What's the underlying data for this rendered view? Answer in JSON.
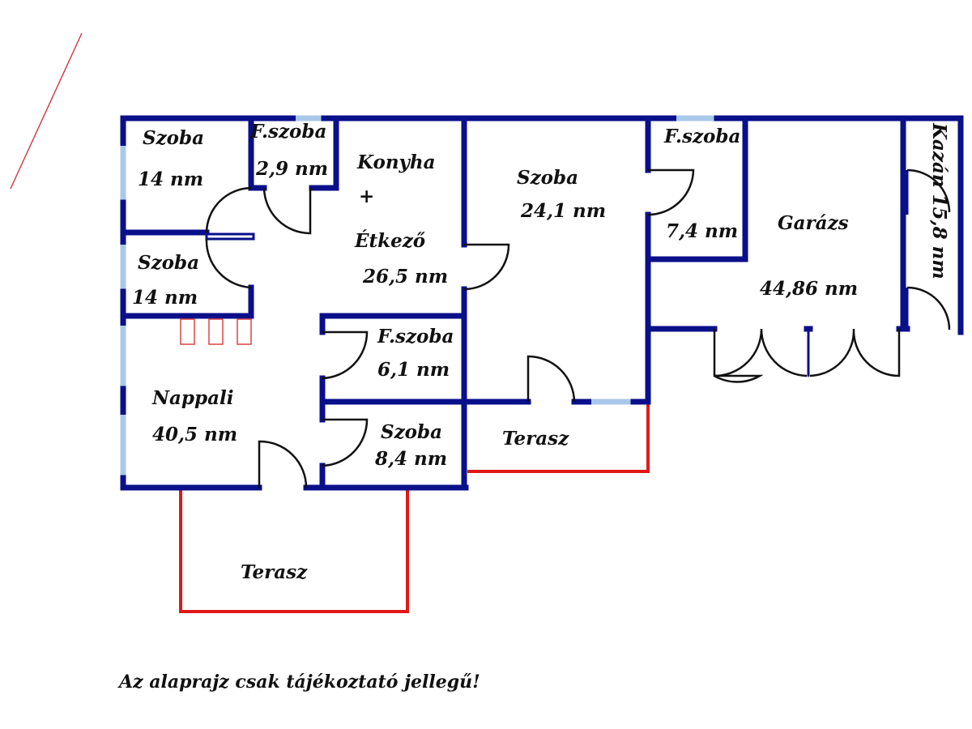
{
  "floorplan": {
    "rooms": [
      {
        "name": "Szoba",
        "area": "14 nm"
      },
      {
        "name": "F.szoba",
        "area": "2,9 nm"
      },
      {
        "name": "Konyha",
        "plus": "+",
        "name2": "Étkező",
        "area": "26,5 nm"
      },
      {
        "name": "Szoba",
        "area": "24,1 nm"
      },
      {
        "name": "F.szoba",
        "area": "7,4 nm"
      },
      {
        "name": "Garázs",
        "area": "44,86 nm"
      },
      {
        "name": "Kazán",
        "area": "15,8 nm",
        "full": "Kazán 15,8 nm"
      },
      {
        "name": "Szoba",
        "area": "14 nm"
      },
      {
        "name": "F.szoba",
        "area": "6,1 nm"
      },
      {
        "name": "Nappali",
        "area": "40,5 nm"
      },
      {
        "name": "Szoba",
        "area": "8,4 nm"
      },
      {
        "name": "Terasz"
      },
      {
        "name": "Terasz"
      }
    ],
    "disclaimer": "Az alaprajz csak tájékoztató jellegű!"
  },
  "colors": {
    "wall": "#0a0f8a",
    "window": "#a9c8ea",
    "terrace": "#e01818"
  }
}
